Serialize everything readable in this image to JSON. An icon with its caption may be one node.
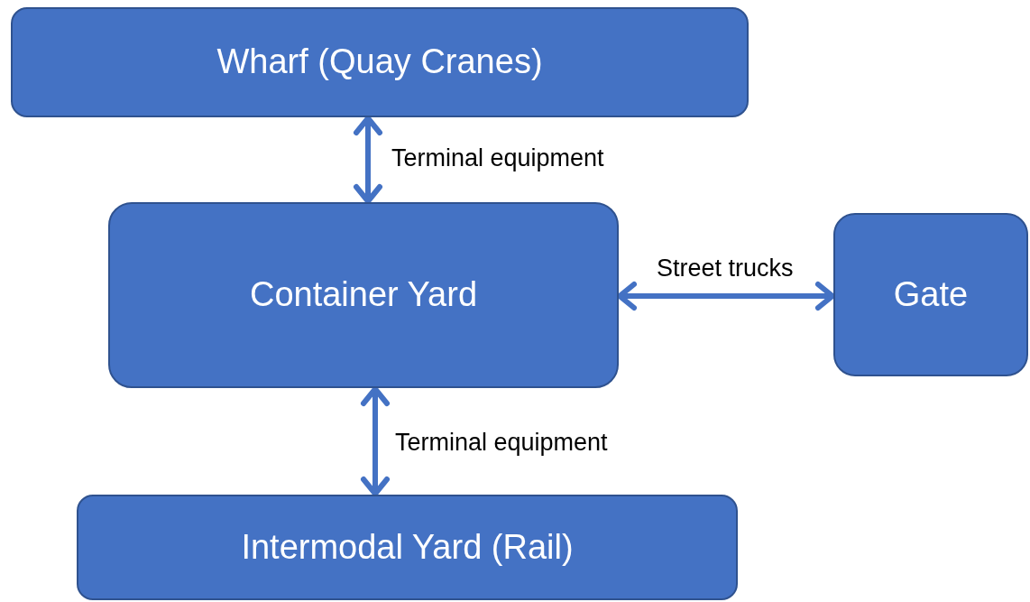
{
  "diagram": {
    "nodes": [
      {
        "text": [
          "Wharf (Quay Cranes)"
        ]
      },
      {
        "text": [
          "Container Yard"
        ]
      },
      {
        "text": [
          "Gate"
        ]
      },
      {
        "text": [
          "Intermodal Yard (Rail)"
        ]
      }
    ],
    "edges": [
      {
        "from": 0,
        "to": 1,
        "arrow": "both",
        "label": "Terminal equipment"
      },
      {
        "from": 1,
        "to": 2,
        "arrow": "both",
        "label": "Street trucks"
      },
      {
        "from": 1,
        "to": 3,
        "arrow": "both",
        "label": "Terminal equipment"
      }
    ]
  }
}
